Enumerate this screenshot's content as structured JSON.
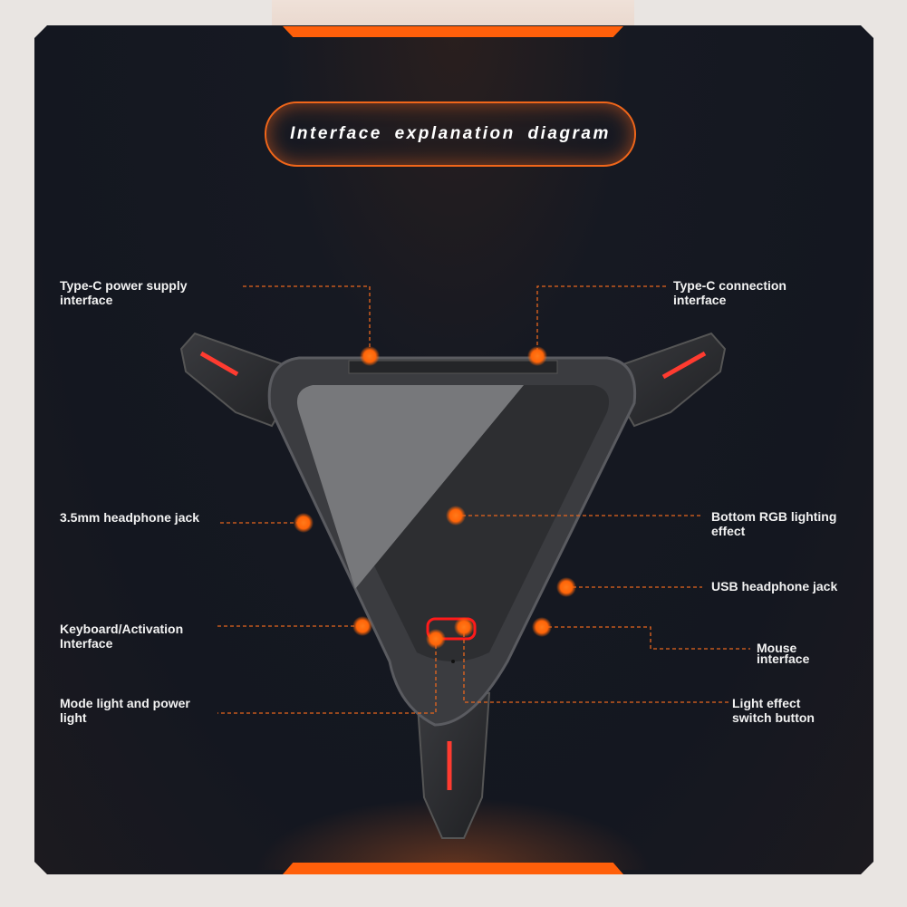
{
  "title": "Interface explanation diagram",
  "labels": {
    "typec_power": "Type-C power supply\ninterface",
    "typec_conn": "Type-C connection\ninterface",
    "headphone35": "3.5mm headphone jack",
    "rgb": "Bottom RGB lighting\neffect",
    "usb_headphone": "USB headphone jack",
    "keyboard": "Keyboard/Activation\nInterface",
    "mouse": "Mouse\ninterface",
    "mode_light": "Mode light and power\nlight",
    "light_switch": "Light effect\nswitch button"
  },
  "colors": {
    "accent": "#ff5f0a",
    "background": "#141720",
    "marker": "#ff6a10"
  }
}
